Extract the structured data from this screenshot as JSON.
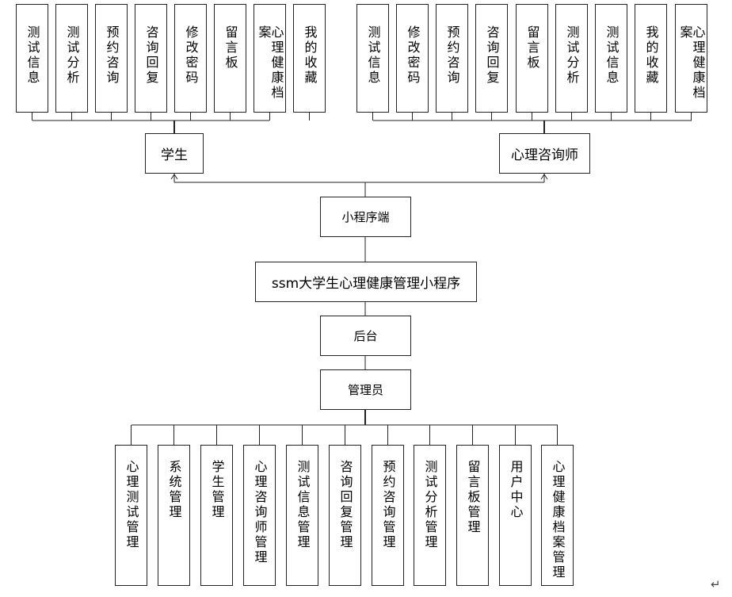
{
  "root": {
    "label": "ssm大学生心理健康管理小程序"
  },
  "miniprogram": {
    "label": "小程序端"
  },
  "backend": {
    "label": "后台"
  },
  "admin": {
    "label": "管理员",
    "modules": [
      "心理测试管理",
      "系统管理",
      "学生管理",
      "心理咨询师管理",
      "测试信息管理",
      "咨询回复管理",
      "预约咨询管理",
      "测试分析管理",
      "留言板管理",
      "用户中心",
      "心理健康档案管理"
    ]
  },
  "student": {
    "label": "学生",
    "modules": [
      "测试信息",
      "测试分析",
      "预约咨询",
      "咨询回复",
      "修改密码",
      "留言板",
      "心理健康档案",
      "我的收藏"
    ]
  },
  "counselor": {
    "label": "心理咨询师",
    "modules": [
      "测试信息",
      "修改密码",
      "预约咨询",
      "咨询回复",
      "留言板",
      "测试分析",
      "测试信息",
      "我的收藏",
      "心理健康档案"
    ]
  },
  "symbols": {
    "return_mark": "↵"
  }
}
